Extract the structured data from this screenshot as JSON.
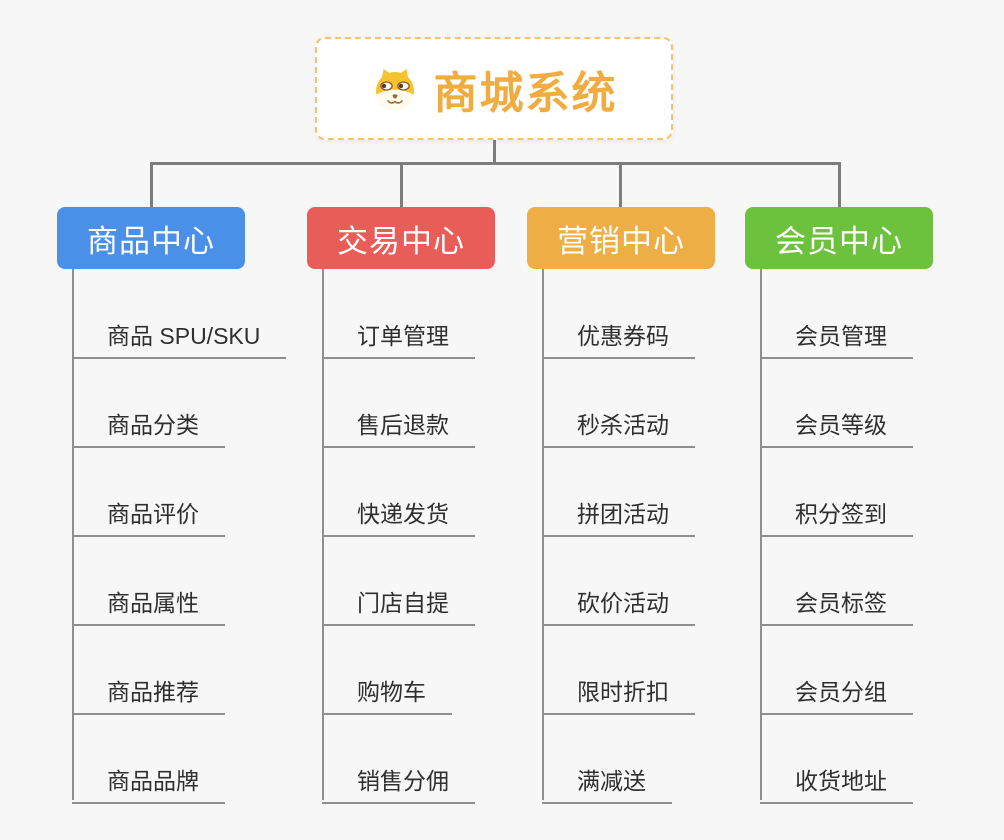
{
  "page": {
    "background_color": "#f7f7f7",
    "connector_color": "#7d7d7d"
  },
  "root": {
    "title": "商城系统",
    "icon": "shiba-dog-icon",
    "title_color": "#f0ac41",
    "border_color": "#f4c272"
  },
  "branches": [
    {
      "label": "商品中心",
      "color": "#4a90e9",
      "children": [
        "商品 SPU/SKU",
        "商品分类",
        "商品评价",
        "商品属性",
        "商品推荐",
        "商品品牌"
      ]
    },
    {
      "label": "交易中心",
      "color": "#e85d58",
      "children": [
        "订单管理",
        "售后退款",
        "快递发货",
        "门店自提",
        "购物车",
        "销售分佣"
      ]
    },
    {
      "label": "营销中心",
      "color": "#edaf45",
      "children": [
        "优惠券码",
        "秒杀活动",
        "拼团活动",
        "砍价活动",
        "限时折扣",
        "满减送"
      ]
    },
    {
      "label": "会员中心",
      "color": "#6cc13d",
      "children": [
        "会员管理",
        "会员等级",
        "积分签到",
        "会员标签",
        "会员分组",
        "收货地址"
      ]
    }
  ]
}
